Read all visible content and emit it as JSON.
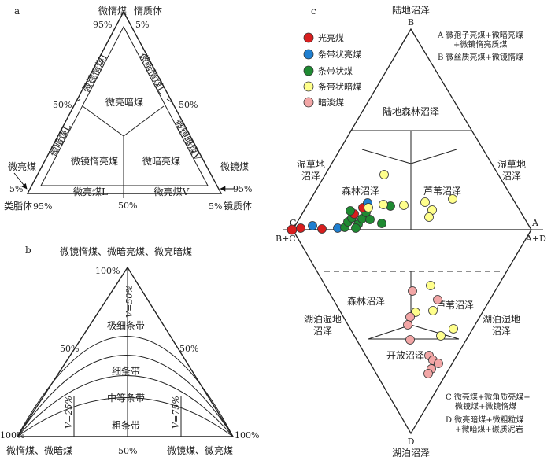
{
  "panel_a": {
    "letter": "a",
    "apex_top_label": "惰质体",
    "apex_top_sub": "微惰煤",
    "apex_left_label": "类脂体",
    "apex_left_pct": "95%",
    "apex_left_sub": "微亮煤",
    "apex_right_label": "镜质体",
    "apex_right_pct": "5%",
    "apex_right_sub": "微镜煤",
    "pct_top_left": "95%",
    "pct_top_right": "5%",
    "pct_left_mid": "50%",
    "pct_right_mid": "50%",
    "pct_bottom_mid": "50%",
    "pct_left_low": "5%",
    "pct_right_low": "95%",
    "edge_left_upper": "微镜惰煤I",
    "edge_right_upper": "微暗惰煤L",
    "edge_left_lower": "微暗煤L",
    "edge_right_lower": "微镜暗煤V",
    "region_top": "微亮暗煤",
    "region_left": "微镜惰亮煤",
    "region_right": "微暗亮煤",
    "bottom_left": "微亮煤L",
    "bottom_right": "微亮煤V"
  },
  "panel_b": {
    "letter": "b",
    "title": "微镜惰煤、微暗亮煤、微亮暗煤",
    "apex_pct": "100%",
    "left_pct": "100%",
    "right_pct": "100%",
    "left_mid_pct": "50%",
    "right_mid_pct": "50%",
    "bottom_mid_pct": "50%",
    "v50": "V=50%",
    "v25": "V=25%",
    "v75": "V=75%",
    "band1": "极细条带",
    "band2": "细条带",
    "band3": "中等条带",
    "band4": "粗条带",
    "bottom_left": "微惰煤、微暗煤",
    "bottom_right": "微镜煤、微亮煤"
  },
  "panel_c": {
    "letter": "c",
    "top": "陆地沼泽",
    "B": "B",
    "C": "C",
    "A": "A",
    "BC": "B+C",
    "AD": "A+D",
    "D": "D",
    "bottom": "湖泊沼泽",
    "upper_center": "陆地森林沼泽",
    "upper_left": [
      "湿草地",
      "沼泽"
    ],
    "upper_right": [
      "湿草地",
      "沼泽"
    ],
    "upper_forest": "森林沼泽",
    "upper_reed": "芦苇沼泽",
    "lower_forest": "森林沼泽",
    "lower_reed": "芦苇沼泽",
    "lower_left": [
      "湖泊湿地",
      "沼泽"
    ],
    "lower_right": [
      "湖泊湿地",
      "沼泽"
    ],
    "lower_open": "开放沼泽",
    "note_A": [
      "A 微孢子亮煤+微暗亮煤",
      "+微镜惰亮质煤"
    ],
    "note_B": "B 微丝质亮煤+微镜惰煤",
    "note_C": [
      "C 微亮煤+微角质亮煤+",
      "微镜煤+微镜惰煤"
    ],
    "note_D": [
      "D 微亮暗煤+微粗粒煤",
      "+微暗煤+碳质泥岩"
    ],
    "legend": [
      {
        "label": "光亮煤",
        "color": "#d81e1e"
      },
      {
        "label": "条带状亮煤",
        "color": "#1f7fd0"
      },
      {
        "label": "条带状煤",
        "color": "#1f8a32"
      },
      {
        "label": "条带状暗煤",
        "color": "#ffff8c"
      },
      {
        "label": "暗淡煤",
        "color": "#f2a6a6"
      }
    ]
  }
}
